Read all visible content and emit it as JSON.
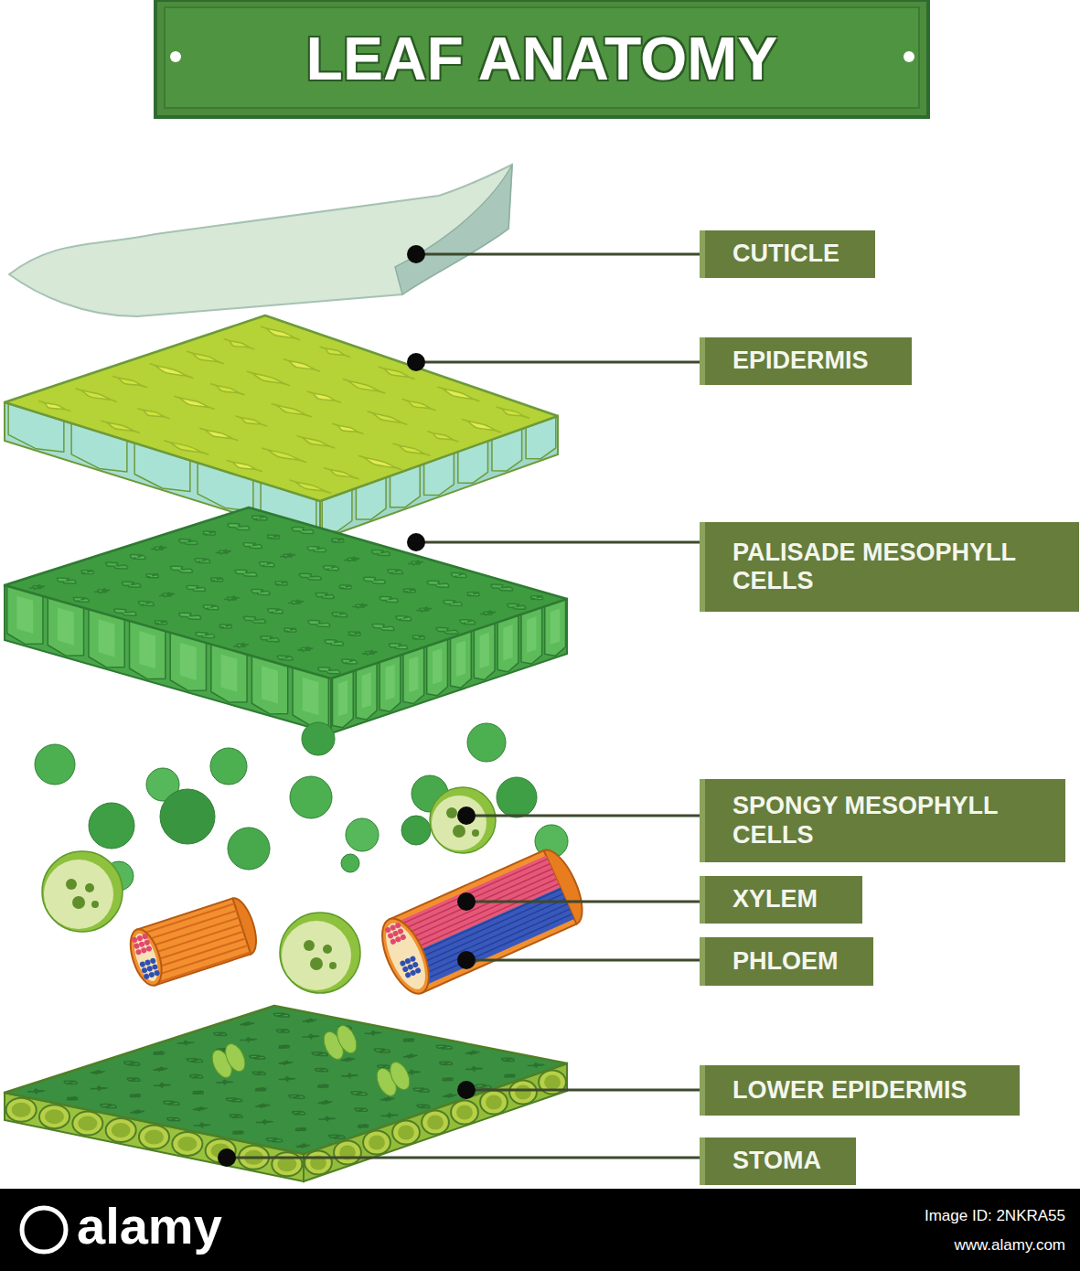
{
  "diagram": {
    "title": "LEAF ANATOMY",
    "nodes": [
      {
        "text": [
          "CUTICLE"
        ]
      },
      {
        "text": [
          "EPIDERMIS"
        ]
      },
      {
        "text": [
          "PALISADE MESOPHYLL CELLS"
        ]
      },
      {
        "text": [
          "SPONGY MESOPHYLL CELLS"
        ]
      },
      {
        "text": [
          "XYLEM"
        ]
      },
      {
        "text": [
          "PHLOEM"
        ]
      },
      {
        "text": [
          "LOWER EPIDERMIS"
        ]
      },
      {
        "text": [
          "STOMA"
        ]
      }
    ],
    "labels": [
      "alamy",
      "Image ID: 2NKRA55",
      "www.alamy.com"
    ]
  }
}
